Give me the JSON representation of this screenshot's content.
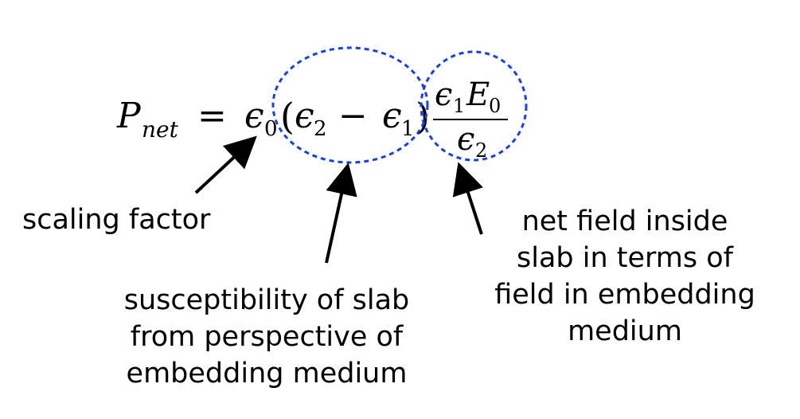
{
  "equation": {
    "lhs_symbol": "P",
    "lhs_subscript": "net",
    "equals": "=",
    "epsilon": "ϵ",
    "sub_0": "0",
    "sub_1": "1",
    "sub_2": "2",
    "open_paren": "(",
    "close_paren": ")",
    "minus": "−",
    "field_symbol": "E",
    "field_subscript": "0"
  },
  "annotations": {
    "scaling_factor": "scaling factor",
    "susceptibility": [
      "susceptibility of slab",
      "from perspective of",
      "embedding medium"
    ],
    "net_field": [
      "net field inside",
      "slab in terms of",
      "field in embedding",
      "medium"
    ]
  },
  "colors": {
    "highlight_circle": "#1a3fe0",
    "arrow": "#000000",
    "text": "#000000"
  }
}
